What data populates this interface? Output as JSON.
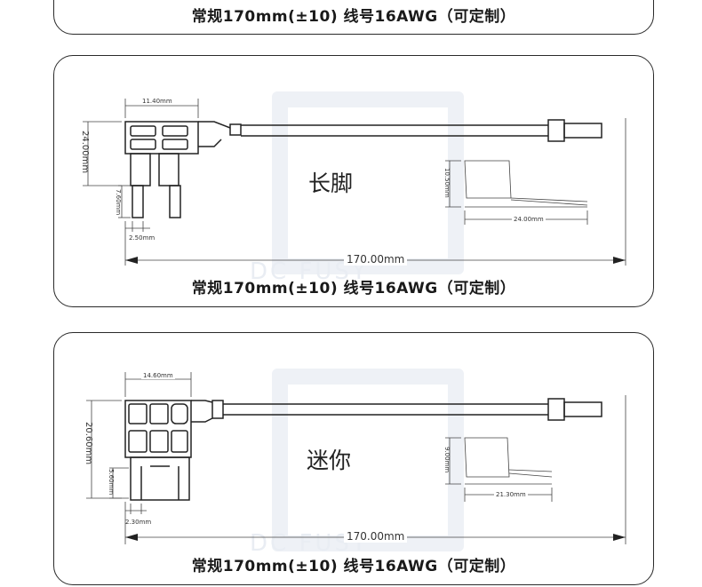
{
  "top_card": {
    "caption": "常规170mm(±10) 线号16AWG（可定制）"
  },
  "variant_long": {
    "name": "长脚",
    "dims": {
      "width": "11.40mm",
      "height": "24.00mm",
      "leg": "7.60mm",
      "pitch": "2.50mm",
      "length": "170.00mm",
      "side_h": "10.50mm",
      "side_w": "24.00mm"
    },
    "caption": "常规170mm(±10) 线号16AWG（可定制）"
  },
  "variant_mini": {
    "name": "迷你",
    "dims": {
      "width": "14.60mm",
      "height": "20.60mm",
      "leg": "5.60mm",
      "pitch": "2.30mm",
      "length": "170.00mm",
      "side_h": "9.00mm",
      "side_w": "21.30mm"
    },
    "caption": "常规170mm(±10) 线号16AWG（可定制）"
  }
}
